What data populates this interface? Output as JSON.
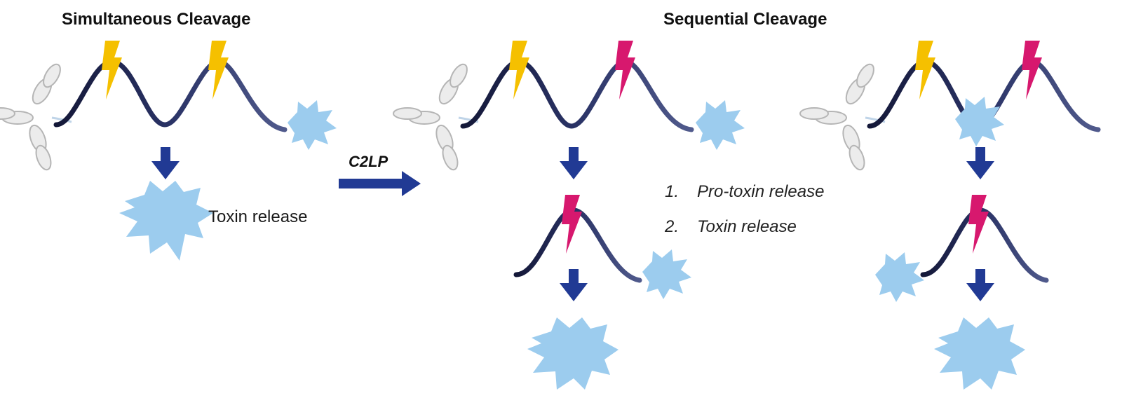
{
  "headings": {
    "simultaneous": "Simultaneous Cleavage",
    "sequential": "Sequential Cleavage"
  },
  "labels": {
    "toxin_release": "Toxin release",
    "enzyme": "C2LP"
  },
  "steps": [
    {
      "number": "1.",
      "text": "Pro-toxin release"
    },
    {
      "number": "2.",
      "text": "Toxin release"
    }
  ],
  "colors": {
    "linker": "#404a7e",
    "linker_dark": "#141838",
    "cleavage_site_1": "#f5c000",
    "cleavage_site_2": "#d7186e",
    "toxin": "#9cccee",
    "arrow": "#213a94",
    "antibody": "#bfbfbf"
  }
}
